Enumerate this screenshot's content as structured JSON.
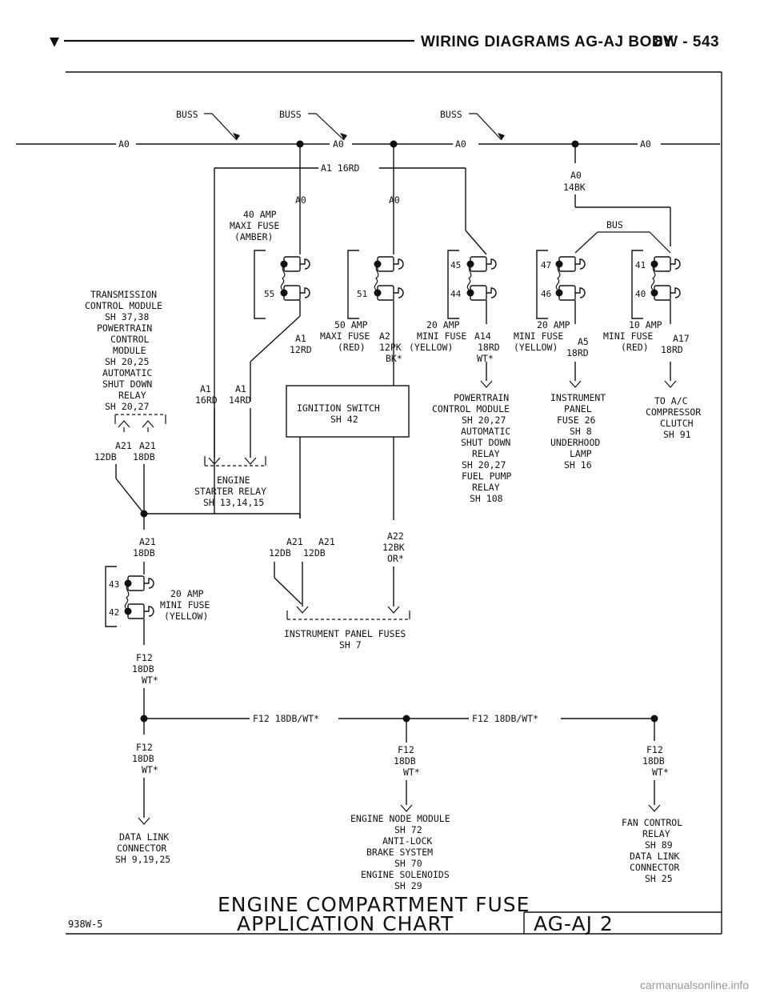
{
  "header": {
    "title": "WIRING DIAGRAMS AG-AJ BODY",
    "page": "8W - 543",
    "marker": "▼"
  },
  "bus": {
    "buss": "BUSS",
    "bus": "BUS",
    "a0": "A0",
    "a0_14bk": [
      "A0",
      "14BK"
    ],
    "a1_16rd": "A1 16RD"
  },
  "fuses": {
    "maxi40": [
      "40 AMP",
      "MAXI FUSE",
      "(AMBER)"
    ],
    "maxi50": [
      "50 AMP",
      "MAXI FUSE",
      "(RED)"
    ],
    "mini20_yellow_44": [
      "20 AMP",
      "MINI FUSE",
      "(YELLOW)"
    ],
    "mini20_yellow_46": [
      "20 AMP",
      "MINI FUSE",
      "(YELLOW)"
    ],
    "mini10_red": [
      "10 AMP",
      "MINI FUSE",
      "(RED)"
    ],
    "mini20_yellow_42": [
      "20 AMP",
      "MINI FUSE",
      "(YELLOW)"
    ]
  },
  "pins": [
    "55",
    "51",
    "45",
    "44",
    "47",
    "46",
    "41",
    "40",
    "43",
    "42"
  ],
  "wires": {
    "a1_12rd": [
      "A1",
      "12RD"
    ],
    "a2_12pk_bk": [
      "A2",
      "12PK",
      "BK*"
    ],
    "a14_18rd_wt": [
      "A14",
      "18RD",
      "WT*"
    ],
    "a5_18rd": [
      "A5",
      "18RD"
    ],
    "a17_18rd": [
      "A17",
      "18RD"
    ],
    "a1_16rd": [
      "A1",
      "16RD"
    ],
    "a1_14rd": [
      "A1",
      "14RD"
    ],
    "a21_12db": [
      "A21",
      "12DB"
    ],
    "a21_18db": [
      "A21",
      "18DB"
    ],
    "a22_12bk_or": [
      "A22",
      "12BK",
      "OR*"
    ],
    "f12_18db_wt": [
      "F12",
      "18DB",
      "WT*"
    ],
    "f12_bus": "F12 18DB/WT*"
  },
  "components": {
    "tcm": [
      "TRANSMISSION",
      "CONTROL MODULE",
      "SH 37,38",
      "POWERTRAIN",
      "CONTROL",
      "MODULE",
      "SH 20,25",
      "AUTOMATIC",
      "SHUT DOWN",
      "RELAY",
      "SH 20,27"
    ],
    "ignition": [
      "IGNITION SWITCH",
      "SH 42"
    ],
    "starter": [
      "ENGINE",
      "STARTER RELAY",
      "SH 13,14,15"
    ],
    "pcm": [
      "POWERTRAIN",
      "CONTROL MODULE",
      "SH 20,27",
      "AUTOMATIC",
      "SHUT DOWN",
      "RELAY",
      "SH 20,27",
      "FUEL PUMP",
      "RELAY",
      "SH 108"
    ],
    "ipf": [
      "INSTRUMENT",
      "PANEL",
      "FUSE 26",
      "SH 8",
      "UNDERHOOD",
      "LAMP",
      "SH 16"
    ],
    "ac": [
      "TO A/C",
      "COMPRESSOR",
      "CLUTCH",
      "SH 91"
    ],
    "panel_fuses": [
      "INSTRUMENT PANEL FUSES",
      "SH 7"
    ],
    "data_link": [
      "DATA LINK",
      "CONNECTOR",
      "SH 9,19,25"
    ],
    "engine_node": [
      "ENGINE NODE MODULE",
      "SH 72",
      "ANTI-LOCK",
      "BRAKE SYSTEM",
      "SH 70",
      "ENGINE SOLENOIDS",
      "SH 29"
    ],
    "fan": [
      "FAN CONTROL",
      "RELAY",
      "SH 89",
      "DATA LINK",
      "CONNECTOR",
      "SH 25"
    ]
  },
  "footer": {
    "title_line1": "ENGINE COMPARTMENT FUSE",
    "title_line2": "APPLICATION CHART",
    "code": "938W-5",
    "sheet": "AG-AJ  2"
  },
  "watermark": "carmanualsonline.info"
}
